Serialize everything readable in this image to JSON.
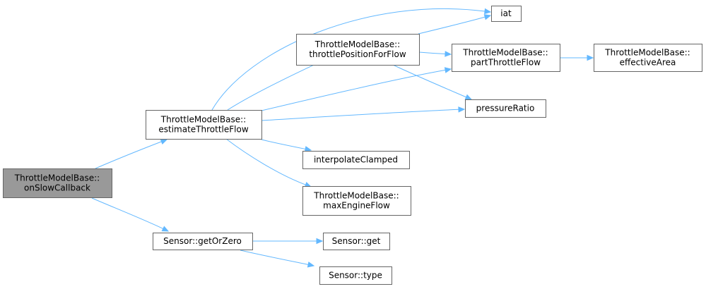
{
  "diagram": {
    "nodes": {
      "onSlowCallback": {
        "lines": [
          "ThrottleModelBase::",
          "onSlowCallback"
        ]
      },
      "estimateThrottleFlow": {
        "lines": [
          "ThrottleModelBase::",
          "estimateThrottleFlow"
        ]
      },
      "getOrZero": {
        "lines": [
          "Sensor::getOrZero"
        ]
      },
      "throttlePositionForFlow": {
        "lines": [
          "ThrottleModelBase::",
          "throttlePositionForFlow"
        ]
      },
      "iat": {
        "lines": [
          "iat"
        ]
      },
      "partThrottleFlow": {
        "lines": [
          "ThrottleModelBase::",
          "partThrottleFlow"
        ]
      },
      "effectiveArea": {
        "lines": [
          "ThrottleModelBase::",
          "effectiveArea"
        ]
      },
      "pressureRatio": {
        "lines": [
          "pressureRatio"
        ]
      },
      "interpolateClamped": {
        "lines": [
          "interpolateClamped"
        ]
      },
      "maxEngineFlow": {
        "lines": [
          "ThrottleModelBase::",
          "maxEngineFlow"
        ]
      },
      "sensorGet": {
        "lines": [
          "Sensor::get"
        ]
      },
      "sensorType": {
        "lines": [
          "Sensor::type"
        ]
      }
    },
    "edges": [
      {
        "from": "onSlowCallback",
        "to": "estimateThrottleFlow"
      },
      {
        "from": "onSlowCallback",
        "to": "getOrZero"
      },
      {
        "from": "estimateThrottleFlow",
        "to": "iat"
      },
      {
        "from": "estimateThrottleFlow",
        "to": "throttlePositionForFlow"
      },
      {
        "from": "estimateThrottleFlow",
        "to": "partThrottleFlow"
      },
      {
        "from": "estimateThrottleFlow",
        "to": "pressureRatio"
      },
      {
        "from": "estimateThrottleFlow",
        "to": "interpolateClamped"
      },
      {
        "from": "estimateThrottleFlow",
        "to": "maxEngineFlow"
      },
      {
        "from": "throttlePositionForFlow",
        "to": "iat"
      },
      {
        "from": "throttlePositionForFlow",
        "to": "partThrottleFlow"
      },
      {
        "from": "throttlePositionForFlow",
        "to": "pressureRatio"
      },
      {
        "from": "partThrottleFlow",
        "to": "effectiveArea"
      },
      {
        "from": "getOrZero",
        "to": "sensorGet"
      },
      {
        "from": "getOrZero",
        "to": "sensorType"
      }
    ],
    "colors": {
      "edge": "#63b8ff",
      "root_fill": "#999999",
      "node_border": "#666666"
    }
  }
}
